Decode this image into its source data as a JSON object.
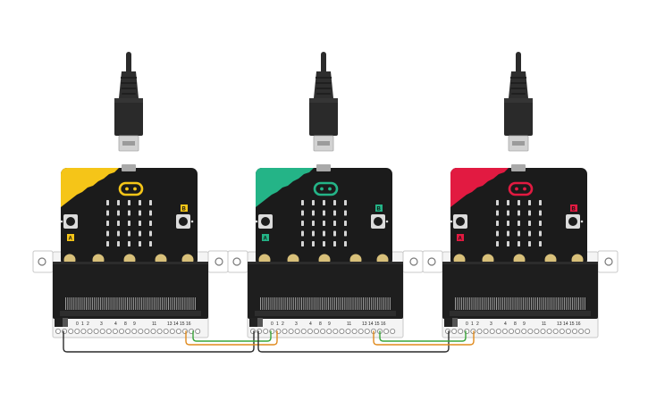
{
  "diagram": {
    "boards": [
      {
        "name": "microbit-yellow",
        "accent": "#f5c518"
      },
      {
        "name": "microbit-green",
        "accent": "#24b487"
      },
      {
        "name": "microbit-red",
        "accent": "#e21a41"
      }
    ],
    "button_labels": {
      "a": "A",
      "b": "B"
    },
    "edge_labels": [
      "0",
      "1",
      "2",
      "3",
      "4",
      "8",
      "9",
      "11",
      "13",
      "14",
      "15",
      "16"
    ],
    "wire_colors": {
      "black": "#2a2a2a",
      "orange": "#e08a1c",
      "green": "#3aa63a"
    },
    "body_color": "#1b1b1b",
    "pad_color": "#d8c07a"
  }
}
